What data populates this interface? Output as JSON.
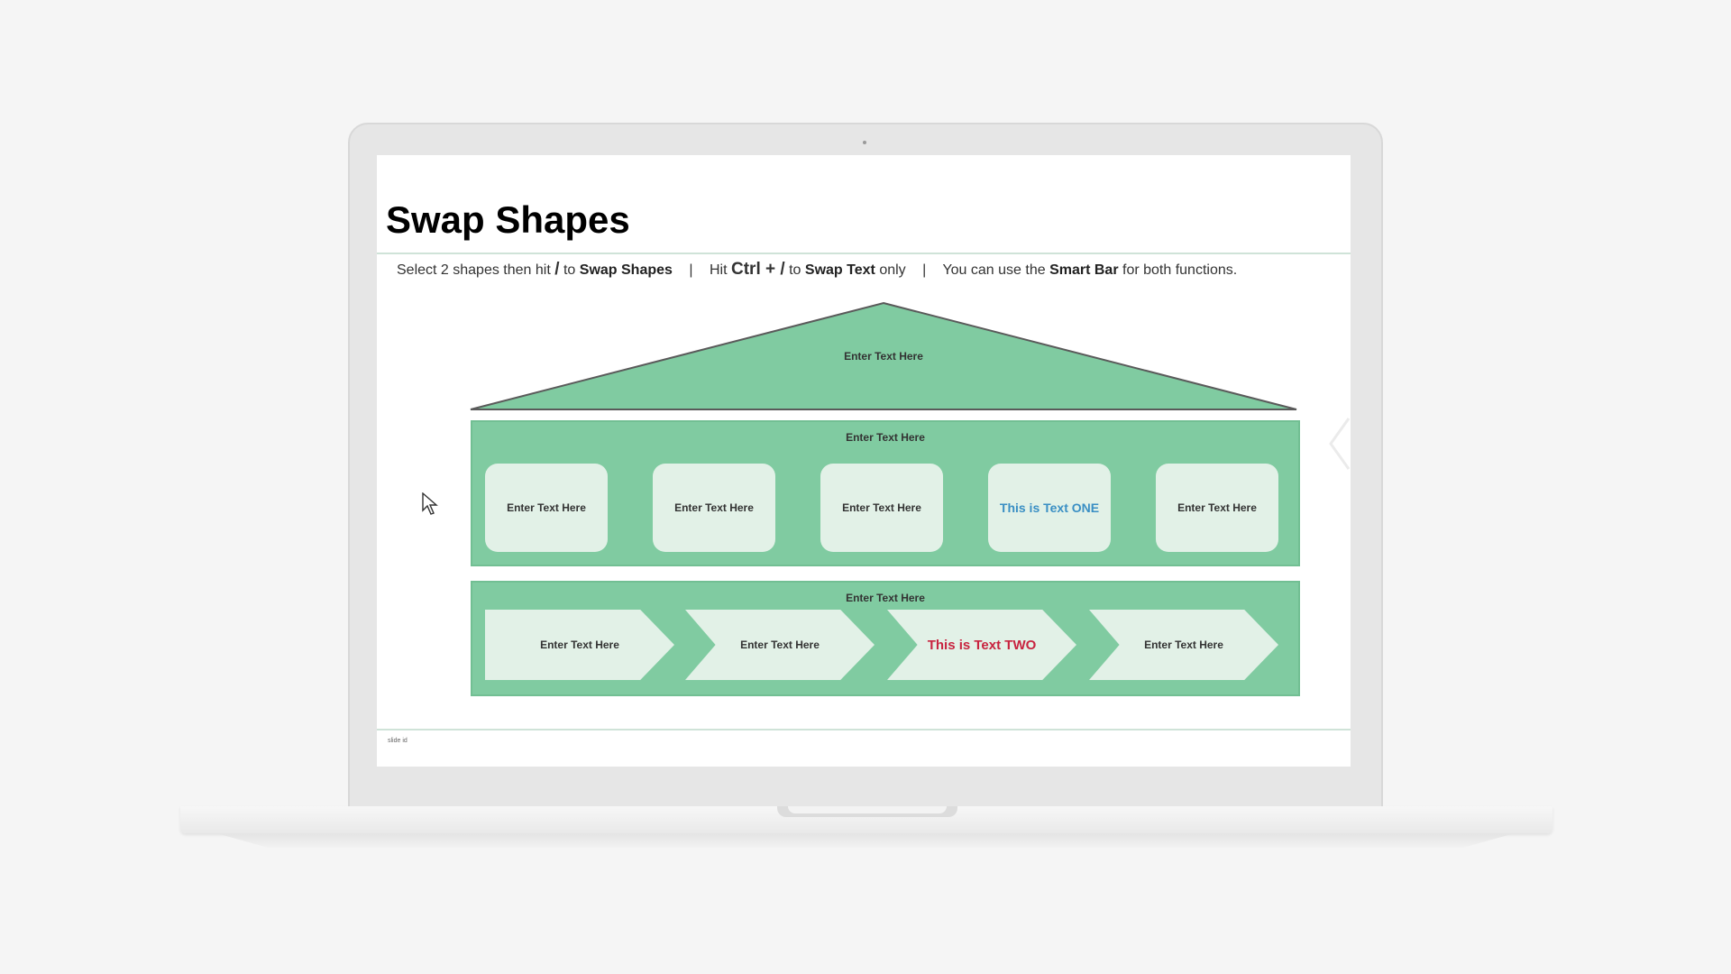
{
  "slide": {
    "title": "Swap Shapes",
    "instruction": {
      "part1": "Select 2 shapes then hit",
      "key1": "/",
      "part2": "to",
      "action1": "Swap Shapes",
      "sep": "|",
      "part3": "Hit",
      "key2": "Ctrl + /",
      "part4": "to",
      "action2": "Swap Text",
      "part5": "only",
      "part6": "You can use the",
      "tool": "Smart Bar",
      "part7": "for both functions."
    },
    "roof_label": "Enter Text Here",
    "band1": {
      "label": "Enter Text Here",
      "boxes": [
        "Enter Text Here",
        "Enter Text Here",
        "Enter Text Here",
        "This is Text ONE",
        "Enter Text Here"
      ]
    },
    "band2": {
      "label": "Enter Text Here",
      "chevrons": [
        "Enter Text Here",
        "Enter Text Here",
        "This is Text TWO",
        "Enter Text Here"
      ]
    },
    "footer": "slide id"
  },
  "colors": {
    "band_green": "#80cba1",
    "shape_fill": "#e2f1e7",
    "text_one": "#3a8fc4",
    "text_two": "#c8233f"
  },
  "icons": [
    "mouse-pointer-icon",
    "camera-dot"
  ]
}
